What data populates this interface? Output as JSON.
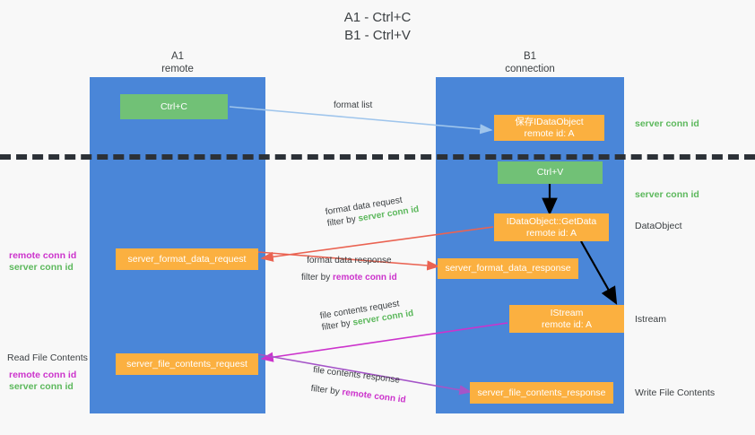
{
  "title": {
    "line1": "A1 - Ctrl+C",
    "line2": "B1 - Ctrl+V"
  },
  "colors": {
    "lane": "#4a86d8",
    "green_box": "#71c176",
    "orange_box": "#fbb040",
    "server_conn": "#5cb85c",
    "remote_conn": "#cc33cc",
    "arrow_blue": "#9fc5ec",
    "arrow_red": "#ea6352",
    "arrow_magenta": "#cc33cc",
    "arrow_purple": "#a555c8",
    "arrow_black": "#000000",
    "background": "#f8f8f8",
    "dash_line": "#2c3137"
  },
  "lanes": [
    {
      "name": "A1",
      "sub": "remote"
    },
    {
      "name": "B1",
      "sub": "connection"
    }
  ],
  "boxes": {
    "ctrl_c": "Ctrl+C",
    "ctrl_v": "Ctrl+V",
    "save_dataobject_l1": "保存IDataObject",
    "save_dataobject_l2": "remote id: A",
    "getdata_l1": "IDataObject::GetData",
    "getdata_l2": "remote id: A",
    "istream_l1": "IStream",
    "istream_l2": "remote id: A",
    "server_format_data_request": "server_format_data_request",
    "server_format_data_response": "server_format_data_response",
    "server_file_contents_request": "server_file_contents_request",
    "server_file_contents_response": "server_file_contents_response"
  },
  "edges": {
    "format_list": "format list",
    "format_data_request": "format data request",
    "format_data_request_filter_prefix": "filter by ",
    "format_data_request_filter_value": "server conn id",
    "format_data_response": "format data response",
    "format_data_response_filter_prefix": "filter by ",
    "format_data_response_filter_value": "remote conn id",
    "file_contents_request": "file contents request",
    "file_contents_request_filter_prefix": "filter by ",
    "file_contents_request_filter_value": "server conn id",
    "file_contents_response": "file contents response",
    "file_contents_response_filter_prefix": "filter by ",
    "file_contents_response_filter_value": "remote conn id"
  },
  "side_right": {
    "server_conn_top": "server conn id",
    "server_conn_mid": "server conn id",
    "dataobject": "DataObject",
    "istream": "Istream",
    "write_file_contents": "Write File Contents"
  },
  "side_left": {
    "remote_conn_1": "remote conn id",
    "server_conn_1": "server conn id",
    "read_file_contents": "Read File Contents",
    "remote_conn_2": "remote conn id",
    "server_conn_2": "server conn id"
  }
}
